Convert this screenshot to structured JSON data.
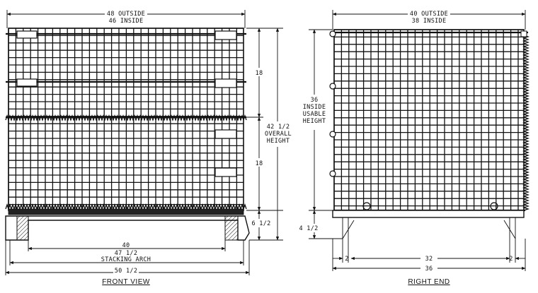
{
  "front_view": {
    "title": "FRONT VIEW",
    "top_outside": "48 OUTSIDE",
    "top_inside": "46 INSIDE",
    "upper_section_height": "18",
    "lower_section_height": "18",
    "overall_height_num": "42 1/2",
    "overall_height_l1": "OVERALL",
    "overall_height_l2": "HEIGHT",
    "base_height": "6 1/2",
    "arch_inner": "40",
    "arch_width": "47 1/2",
    "arch_label": "STACKING ARCH",
    "overall_width": "50 1/2"
  },
  "right_end": {
    "title": "RIGHT END",
    "top_outside": "40 OUTSIDE",
    "top_inside": "38 INSIDE",
    "inside_height_num": "36",
    "inside_height_l1": "INSIDE",
    "inside_height_l2": "USABLE",
    "inside_height_l3": "HEIGHT",
    "base_height": "4 1/2",
    "left_offset": "2",
    "right_offset": "2",
    "inner_width": "32",
    "overall_width": "36"
  }
}
